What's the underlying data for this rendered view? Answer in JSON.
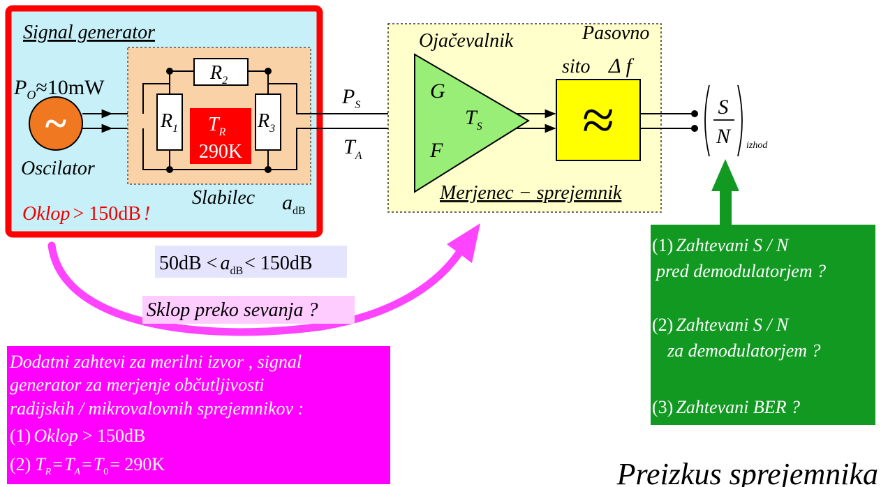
{
  "colors": {
    "generator_border": "#ff0000",
    "generator_fill": "#c8f0f8",
    "attenuator_fill": "#fad2a8",
    "resistor_temp_fill": "#ff0000",
    "receiver_fill": "#ffffcc",
    "amplifier_fill": "#99ee77",
    "filter_fill": "#ffff00",
    "oscillator_fill": "#f07820",
    "radiation_arrow": "#ff44ff",
    "requirements_box_fill": "#ff00ff",
    "sn_box_fill": "#119922",
    "range_label_fill": "#e4e4ff",
    "sevanje_label_fill": "#ffccff"
  },
  "generator": {
    "title": "Signal generator",
    "power_label": "P",
    "power_sub": "O",
    "power_value": "≈10mW",
    "oscillator_symbol": "~",
    "oscillator_label": "Oscilator",
    "shield_word": "Oklop",
    "shield_value": "> 150dB",
    "shield_bang": "!"
  },
  "attenuator": {
    "r1": "R",
    "r1_sub": "1",
    "r2": "R",
    "r2_sub": "2",
    "r3": "R",
    "r3_sub": "3",
    "temp_label": "T",
    "temp_sub": "R",
    "temp_value": "290K",
    "name": "Slabilec",
    "a_symbol": "a",
    "a_sub": "dB"
  },
  "signals": {
    "ps": "P",
    "ps_sub": "S",
    "ta": "T",
    "ta_sub": "A"
  },
  "receiver": {
    "amp_title": "Ojačevalnik",
    "gain": "G",
    "noise_figure": "F",
    "ts": "T",
    "ts_sub": "S",
    "filter_title_1": "Pasovno",
    "filter_title_2": "sito",
    "delta_f": "Δ f",
    "filter_symbol": "≈",
    "caption": "Merjenec − sprejemnik"
  },
  "output": {
    "s": "S",
    "n": "N",
    "sub": "izhod"
  },
  "range_label": {
    "left": "50dB <",
    "a": "a",
    "a_sub": "dB",
    "right": "< 150dB"
  },
  "sevanje_label": "Sklop preko sevanja ?",
  "requirements": {
    "line1": "Dodatni zahtevi za merilni izvor , signal",
    "line2": "generator za merjenje občutljivosti",
    "line3": "radijskih / mikrovalovnih sprejemnikov :",
    "item1_num": "(1)",
    "item1_word": "Oklop",
    "item1_value": "> 150dB",
    "item2_num": "(2)",
    "item2_value": "= 290K"
  },
  "sn_box": {
    "q1_num": "(1)",
    "q1_line1": "Zahtevani S / N",
    "q1_line2": "pred demodulatorjem ?",
    "q2_num": "(2)",
    "q2_line1": "Zahtevani S / N",
    "q2_line2": "za demodulatorjem ?",
    "q3_num": "(3)",
    "q3_line1": "Zahtevani BER ?"
  },
  "slide_title": "Preizkus sprejemnika"
}
